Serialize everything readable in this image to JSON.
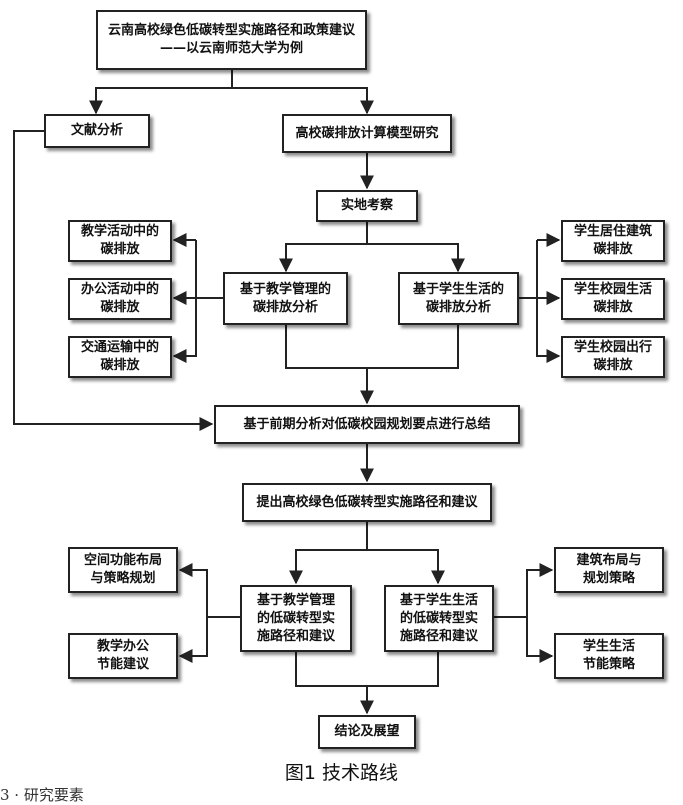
{
  "nodes": {
    "title": "云南高校绿色低碳转型实施路径和政策建议\n——以云南师范大学为例",
    "lit": "文献分析",
    "model": "高校碳排放计算模型研究",
    "field": "实地考察",
    "teach_act": "教学活动中的\n碳排放",
    "office_act": "办公活动中的\n碳排放",
    "transport": "交通运输中的\n碳排放",
    "mgmt_anal": "基于教学管理的\n碳排放分析",
    "life_anal": "基于学生生活的\n碳排放分析",
    "res_build": "学生居住建筑\n碳排放",
    "campus_life": "学生校园生活\n碳排放",
    "campus_travel": "学生校园出行\n碳排放",
    "summary": "基于前期分析对低碳校园规划要点进行总结",
    "propose": "提出高校绿色低碳转型实施路径和建议",
    "space": "空间功能布局\n与策略规划",
    "office_energy": "教学办公\n节能建议",
    "mgmt_path": "基于教学管理\n的低碳转型实\n施路径和建议",
    "life_path": "基于学生生活\n的低碳转型实\n施路径和建议",
    "build_layout": "建筑布局与\n规划策略",
    "life_energy": "学生生活\n节能策略",
    "conclusion": "结论及展望"
  },
  "caption": "图1  技术路线",
  "clipped_text": "3 · 研究要素"
}
